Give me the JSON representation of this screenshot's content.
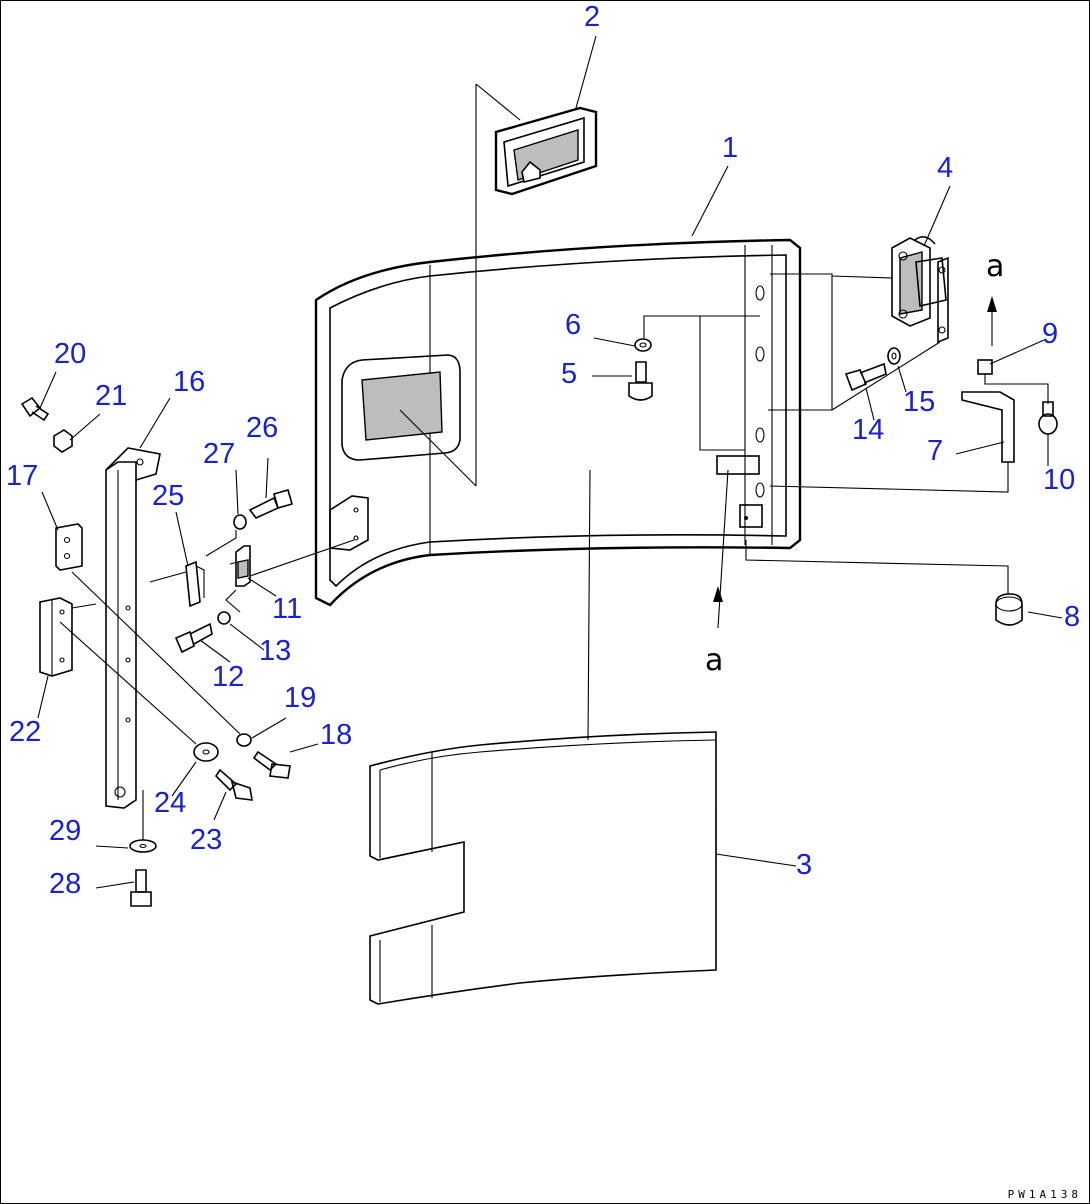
{
  "diagram": {
    "parts": [
      {
        "label": "1"
      },
      {
        "label": "2"
      },
      {
        "label": "3"
      },
      {
        "label": "4"
      },
      {
        "label": "5"
      },
      {
        "label": "6"
      },
      {
        "label": "7"
      },
      {
        "label": "8"
      },
      {
        "label": "9"
      },
      {
        "label": "10"
      },
      {
        "label": "11"
      },
      {
        "label": "12"
      },
      {
        "label": "13"
      },
      {
        "label": "14"
      },
      {
        "label": "15"
      },
      {
        "label": "16"
      },
      {
        "label": "17"
      },
      {
        "label": "18"
      },
      {
        "label": "19"
      },
      {
        "label": "20"
      },
      {
        "label": "21"
      },
      {
        "label": "22"
      },
      {
        "label": "23"
      },
      {
        "label": "24"
      },
      {
        "label": "25"
      },
      {
        "label": "26"
      },
      {
        "label": "27"
      },
      {
        "label": "28"
      },
      {
        "label": "29"
      }
    ],
    "reference_letter": "a",
    "drawing_code": "PW1A138",
    "label_color": "#1a22cc"
  }
}
